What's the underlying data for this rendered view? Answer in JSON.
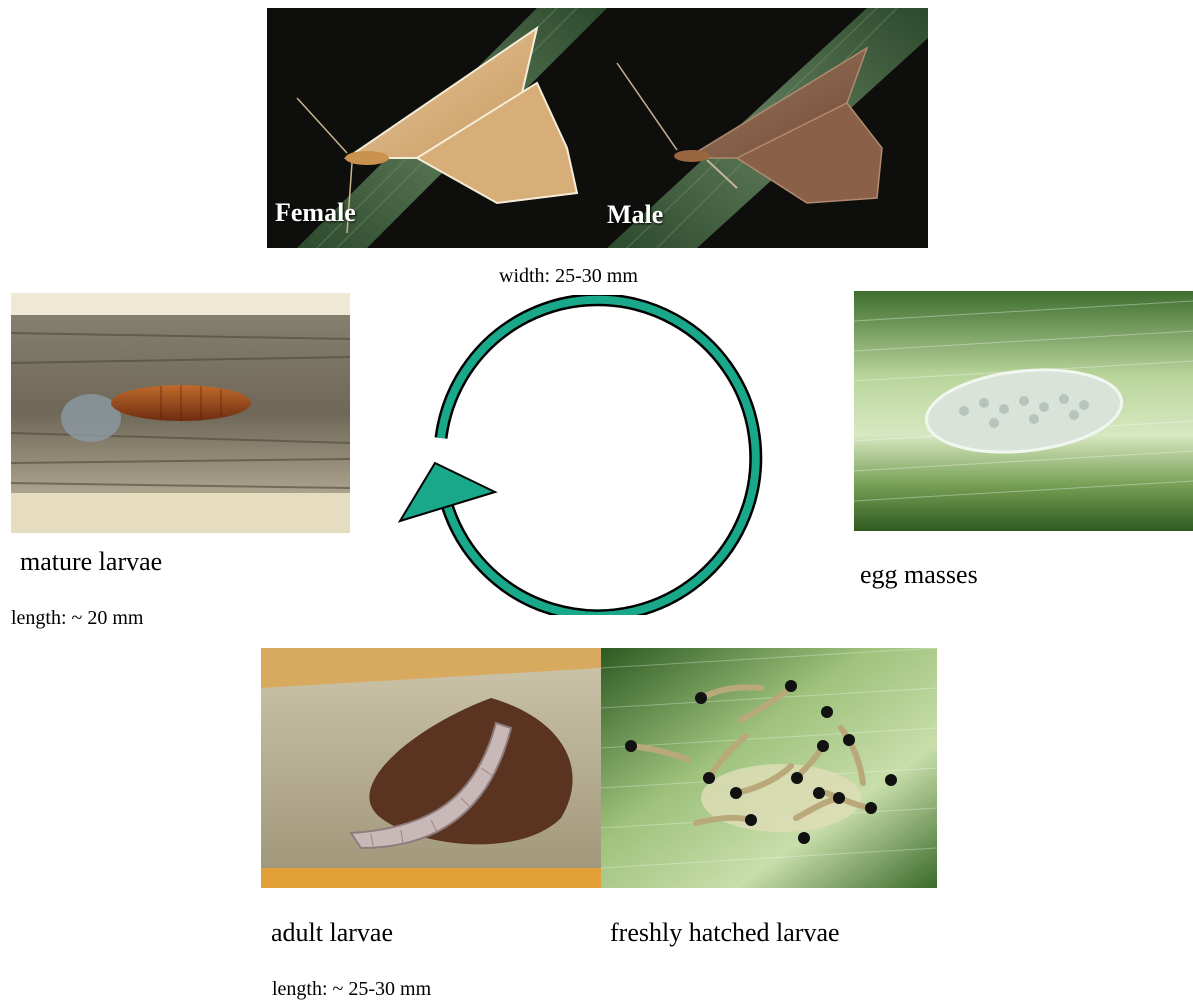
{
  "adults": {
    "female_label": "Female",
    "male_label": "Male",
    "measure": "width: 25-30 mm"
  },
  "stages": {
    "mature": {
      "caption": "mature larvae",
      "measure": "length: ~ 20 mm"
    },
    "eggs": {
      "caption": "egg masses"
    },
    "adult_larvae": {
      "caption": "adult larvae",
      "measure": "length: ~ 25-30 mm"
    },
    "hatched": {
      "caption": "freshly hatched larvae"
    }
  },
  "colors": {
    "cycle_arrow": "#1aa88a",
    "arrow_outline": "#000000",
    "leaf_dark": "#1f5d1e",
    "leaf_light": "#c9e1a5",
    "background": "#ffffff"
  }
}
